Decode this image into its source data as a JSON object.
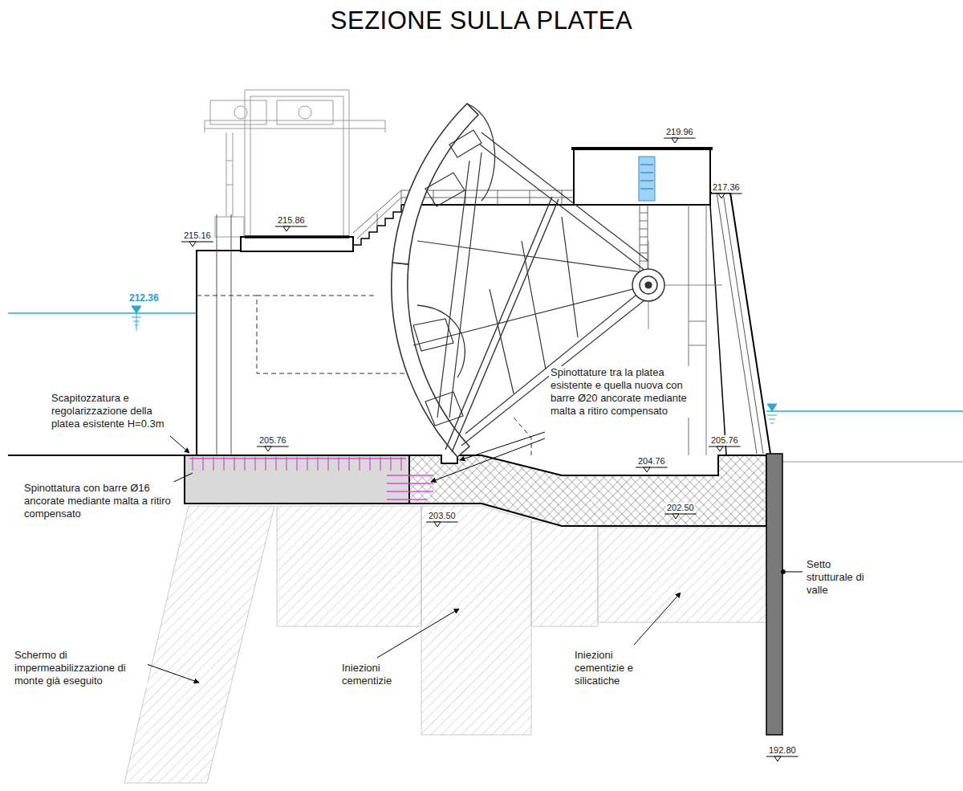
{
  "diagram": {
    "title": "SEZIONE SULLA PLATEA",
    "labels": [
      "219.96",
      "217.36",
      "215.86",
      "215.16",
      "212.36",
      "Spinottature tra la platea esistente e quella nuova con barre Ø20 ancorate mediante malta a ritiro compensato",
      "Scapitozzatura e regolarizzazione della platea esistente H=0.3m",
      "205.76",
      "205.76",
      "204.76",
      "Spinottatura con barre Ø16 ancorate mediante malta a ritiro compensato",
      "202.50",
      "203.50",
      "Setto strutturale di valle",
      "Schermo di impermeabilizzazione di monte già eseguito",
      "Iniezioni cementizie",
      "Iniezioni cementizie e silicatiche",
      "192.80"
    ]
  }
}
